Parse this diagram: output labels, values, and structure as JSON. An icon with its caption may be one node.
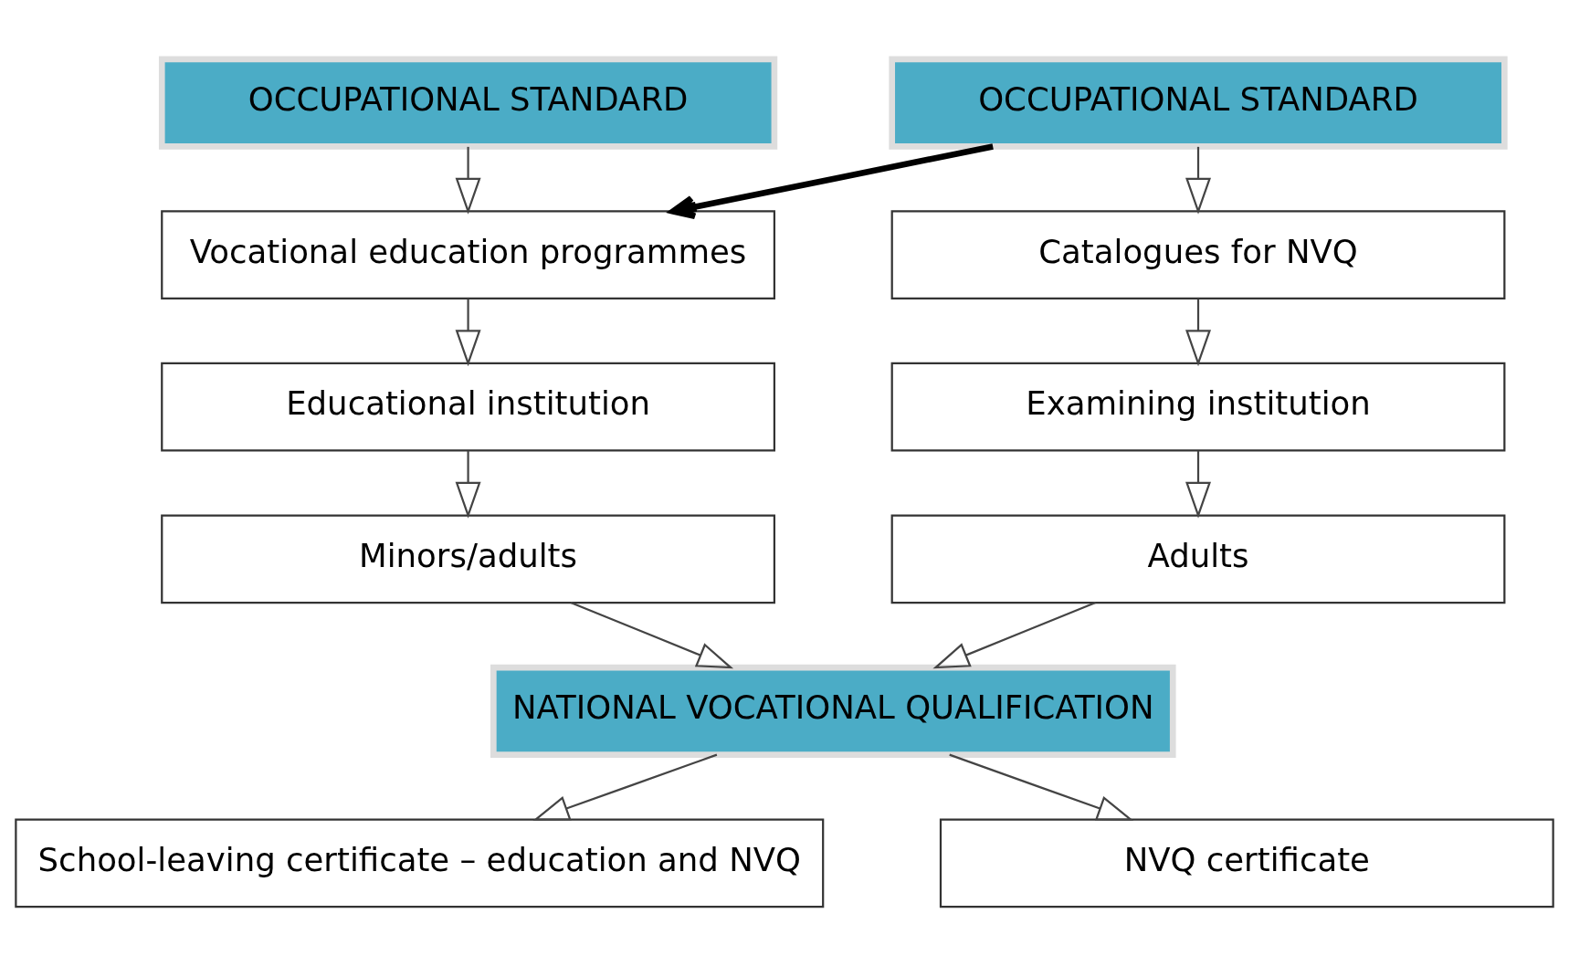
{
  "diagram": {
    "nodes": [
      {
        "text": [
          "OCCUPATIONAL STANDARD"
        ]
      },
      {
        "text": [
          "OCCUPATIONAL STANDARD"
        ]
      },
      {
        "text": [
          "Vocational education programmes"
        ]
      },
      {
        "text": [
          "Catalogues for NVQ"
        ]
      },
      {
        "text": [
          "Educational institution"
        ]
      },
      {
        "text": [
          "Examining institution"
        ]
      },
      {
        "text": [
          "Minors/adults"
        ]
      },
      {
        "text": [
          "Adults"
        ]
      },
      {
        "text": [
          "NATIONAL VOCATIONAL QUALIFICATION"
        ]
      },
      {
        "text": [
          "School-leaving certificate – education and NVQ"
        ]
      },
      {
        "text": [
          "NVQ certificate"
        ]
      }
    ],
    "edges": [
      {
        "from": 0,
        "to": 2,
        "arrow": "to"
      },
      {
        "from": 1,
        "to": 2,
        "arrow": "to",
        "style": "thick",
        "color": "#000000"
      },
      {
        "from": 1,
        "to": 3,
        "arrow": "to"
      },
      {
        "from": 2,
        "to": 4,
        "arrow": "to"
      },
      {
        "from": 3,
        "to": 5,
        "arrow": "to"
      },
      {
        "from": 4,
        "to": 6,
        "arrow": "to"
      },
      {
        "from": 5,
        "to": 7,
        "arrow": "to"
      },
      {
        "from": 6,
        "to": 8,
        "arrow": "to"
      },
      {
        "from": 7,
        "to": 8,
        "arrow": "to"
      },
      {
        "from": 8,
        "to": 9,
        "arrow": "to"
      },
      {
        "from": 8,
        "to": 10,
        "arrow": "to"
      }
    ]
  }
}
